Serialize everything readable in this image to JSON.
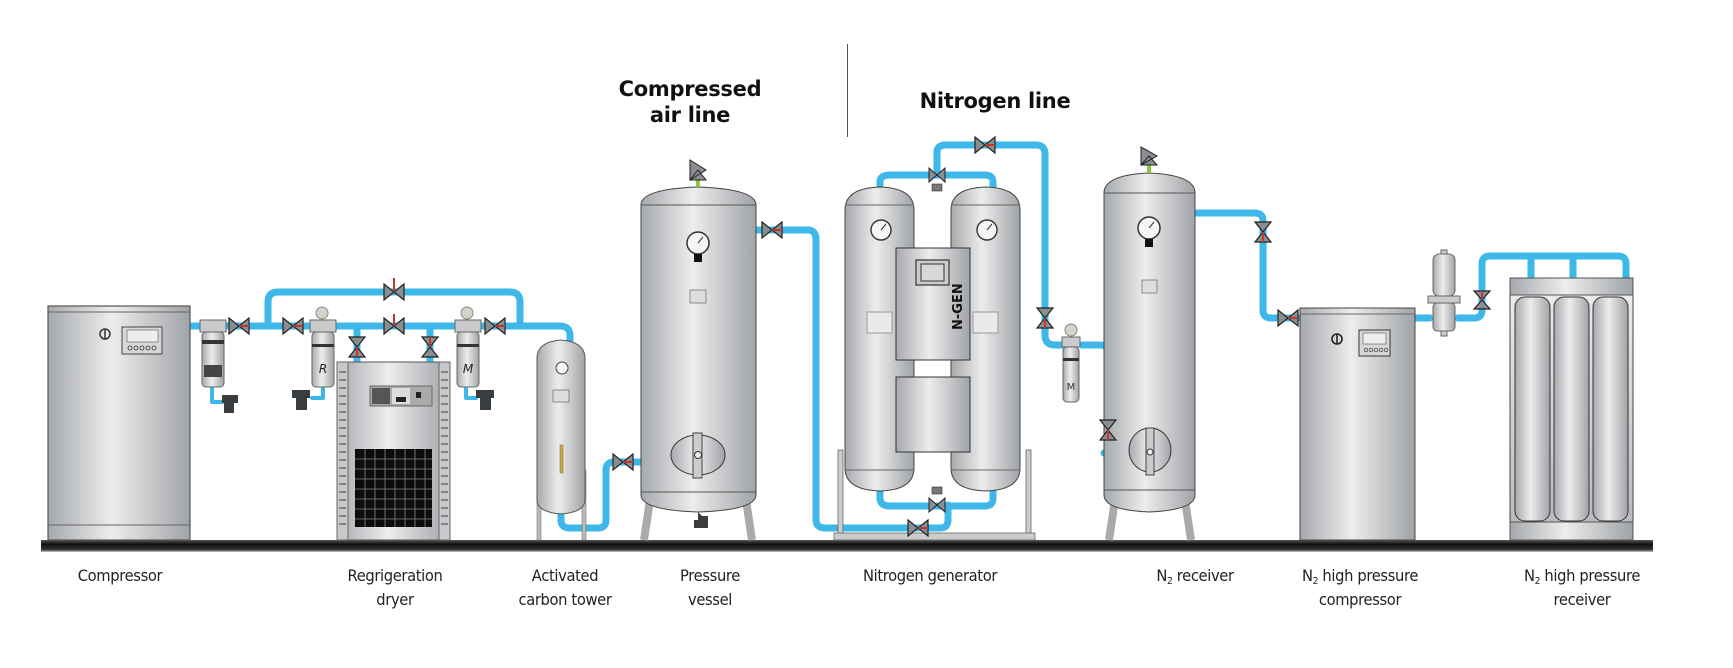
{
  "headings": {
    "compressed_air_line": [
      "Compressed",
      "air line"
    ],
    "nitrogen_line": "Nitrogen line"
  },
  "equipment": [
    {
      "id": "compressor",
      "label_lines": [
        "Compressor"
      ]
    },
    {
      "id": "refrigeration-dryer",
      "label_lines": [
        "Regrigeration",
        "dryer"
      ]
    },
    {
      "id": "activated-carbon-tower",
      "label_lines": [
        "Activated",
        "carbon tower"
      ]
    },
    {
      "id": "pressure-vessel",
      "label_lines": [
        "Pressure",
        "vessel"
      ]
    },
    {
      "id": "nitrogen-generator",
      "label_lines": [
        "Nitrogen generator"
      ]
    },
    {
      "id": "n2-receiver",
      "label_prefix": "N",
      "label_sub": "2",
      "label_lines": [
        " receiver"
      ]
    },
    {
      "id": "n2-high-pressure-compressor",
      "label_prefix": "N",
      "label_sub": "2",
      "label_lines": [
        " high pressure",
        "compressor"
      ]
    },
    {
      "id": "n2-high-pressure-receiver",
      "label_prefix": "N",
      "label_sub": "2",
      "label_lines": [
        " high pressure",
        "receiver"
      ]
    }
  ],
  "filter_marks": {
    "dryer_prefilter": "R",
    "dryer_afterfilter": "M",
    "n2_filter": "M"
  },
  "generator_badge": "N-GEN",
  "colors": {
    "pipe": "#3db8e8",
    "valve_body": "#8a8d91",
    "valve_stem": "#c0392b",
    "steel_light": "#e6e7e9",
    "steel_dark": "#a4a7ab",
    "ground": "#1a1a1a",
    "vent_green": "#8dc63f"
  }
}
